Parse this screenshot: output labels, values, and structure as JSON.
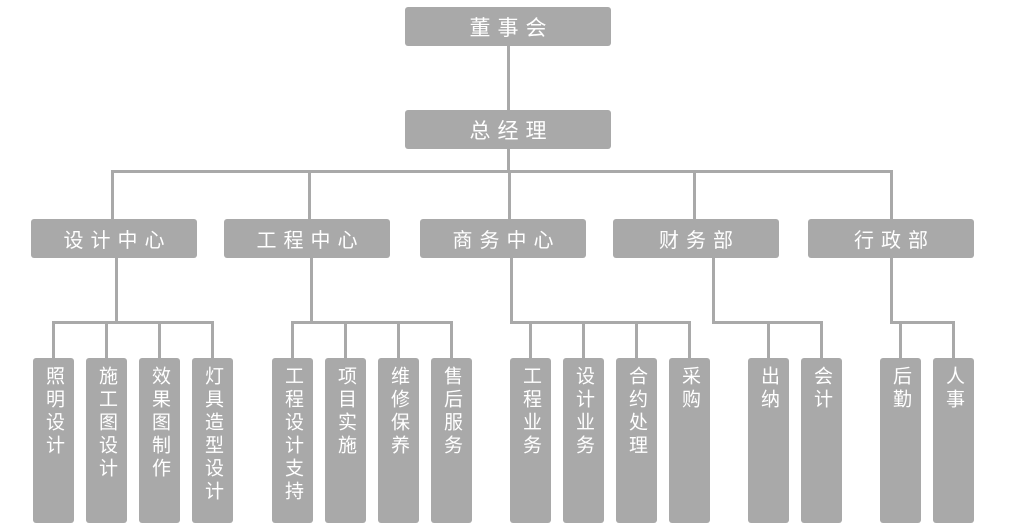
{
  "colors": {
    "box-color": "#a9a9a9",
    "line-color": "#a9a9a9",
    "text-color": "#ffffff",
    "bg-color": "#ffffff"
  },
  "org_chart": {
    "root": {
      "label": "董事会"
    },
    "general_manager": {
      "label": "总经理"
    },
    "departments": [
      {
        "label": "设计中心",
        "children": [
          {
            "label": "照明设计"
          },
          {
            "label": "施工图设计"
          },
          {
            "label": "效果图制作"
          },
          {
            "label": "灯具造型设计"
          }
        ]
      },
      {
        "label": "工程中心",
        "children": [
          {
            "label": "工程设计支持"
          },
          {
            "label": "项目实施"
          },
          {
            "label": "维修保养"
          },
          {
            "label": "售后服务"
          }
        ]
      },
      {
        "label": "商务中心",
        "children": [
          {
            "label": "工程业务"
          },
          {
            "label": "设计业务"
          },
          {
            "label": "合约处理"
          },
          {
            "label": "采购"
          }
        ]
      },
      {
        "label": "财务部",
        "children": [
          {
            "label": "出纳"
          },
          {
            "label": "会计"
          }
        ]
      },
      {
        "label": "行政部",
        "children": [
          {
            "label": "后勤"
          },
          {
            "label": "人事"
          }
        ]
      }
    ]
  }
}
